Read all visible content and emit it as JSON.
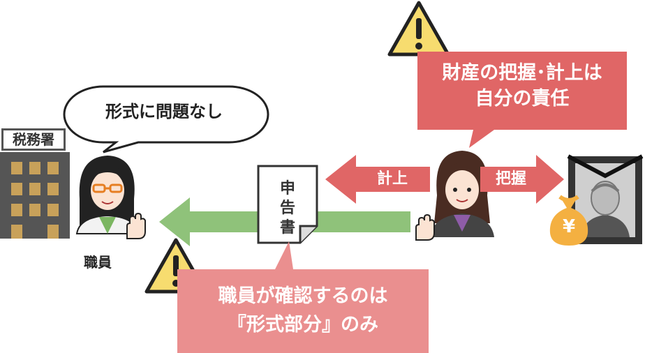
{
  "tax_office": {
    "sign": "税務署"
  },
  "staff": {
    "label": "職員",
    "speech": "形式に問題なし"
  },
  "document": {
    "chars": [
      "申",
      "告",
      "書"
    ]
  },
  "arrows": {
    "record": "計上",
    "grasp": "把握"
  },
  "callouts": {
    "top": {
      "line1": "財産の把握･計上は",
      "line2": "自分の責任"
    },
    "bottom": {
      "line1": "職員が確認するのは",
      "line2": "『形式部分』のみ"
    }
  },
  "money_bag": {
    "symbol": "¥"
  },
  "colors": {
    "callout_top": "#e06666",
    "callout_bottom": "#ea8f8f",
    "arrow_red": "#e06666",
    "arrow_green": "#8fc27a",
    "warning_yellow": "#f7dc6f",
    "building": "#555555",
    "building_windows": "#c8a15a",
    "coin": "#f4b041"
  },
  "icons": [
    "warning-icon",
    "office-building-icon",
    "money-bag-icon",
    "portrait-frame-icon",
    "hand-icon"
  ]
}
